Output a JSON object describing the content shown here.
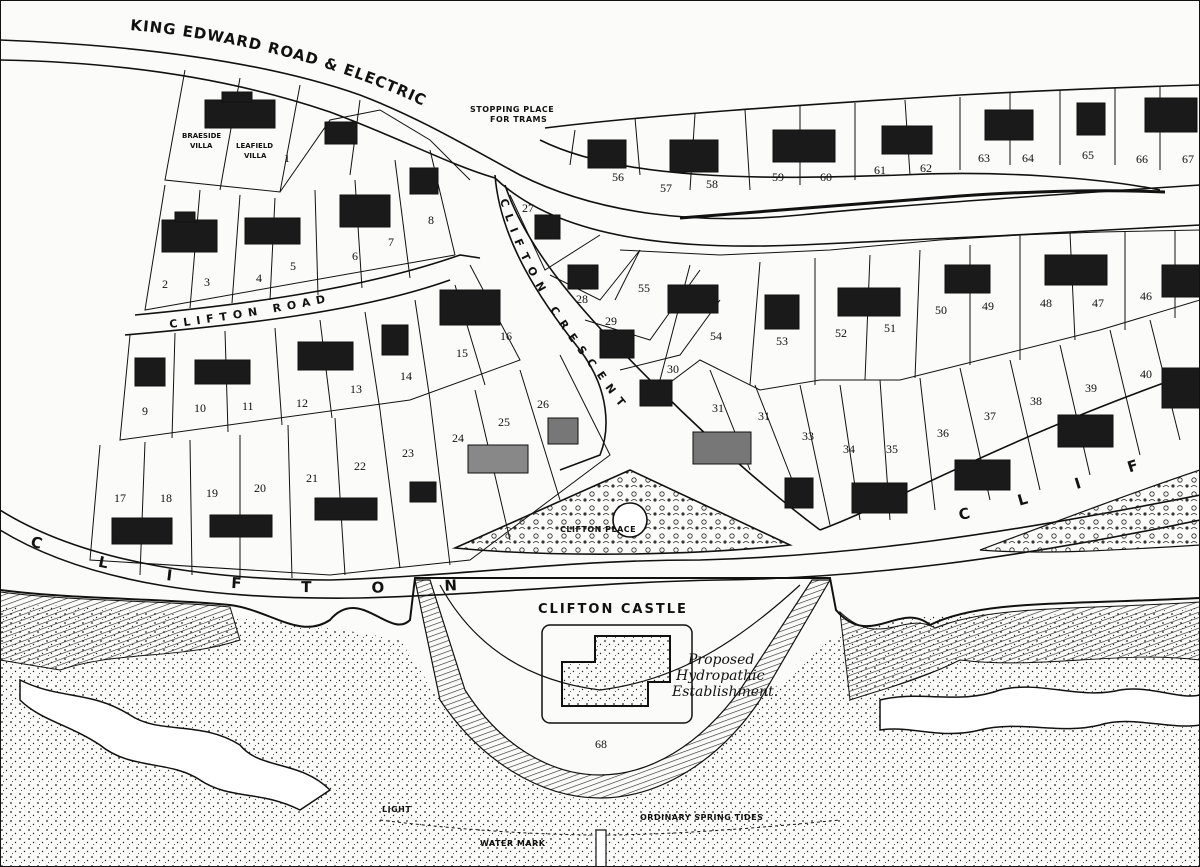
{
  "roads": {
    "king_edward_road": "KING EDWARD ROAD & ELECTRIC",
    "clifton_road": "CLIFTON ROAD",
    "clifton_crescent": "CLIFTON CRESCENT",
    "clifton_drive": "CLIFTON DRIVE",
    "clifton_lower": "CLIFTON"
  },
  "labels": {
    "stopping_place": [
      "STOPPING PLACE",
      "FOR TRAMS"
    ],
    "braeside_villa": [
      "BRAESIDE",
      "VILLA"
    ],
    "leafield_villa": [
      "LEAFIELD",
      "VILLA"
    ],
    "clifton_castle": "CLIFTON CASTLE",
    "hydropathic": [
      "Proposed",
      "Hydropathic",
      "Establishment."
    ],
    "clifton_place": "CLIFTON PLACE",
    "light": "LIGHT",
    "water_mark": "WATER MARK",
    "ordinary_spring_tides": "ORDINARY SPRING TIDES"
  },
  "plots": {
    "p1": "1",
    "p2": "2",
    "p3": "3",
    "p4": "4",
    "p5": "5",
    "p6": "6",
    "p7": "7",
    "p8": "8",
    "p9": "9",
    "p10": "10",
    "p11": "11",
    "p12": "12",
    "p13": "13",
    "p14": "14",
    "p15": "15",
    "p16": "16",
    "p17": "17",
    "p18": "18",
    "p19": "19",
    "p20": "20",
    "p21": "21",
    "p22": "22",
    "p23": "23",
    "p24": "24",
    "p25": "25",
    "p26": "26",
    "p27": "27",
    "p28": "28",
    "p29": "29",
    "p30": "30",
    "p31": "31",
    "p31b": "31",
    "p33": "33",
    "p34": "34",
    "p35": "35",
    "p36": "36",
    "p37": "37",
    "p38": "38",
    "p39": "39",
    "p40": "40",
    "p46": "46",
    "p47": "47",
    "p48": "48",
    "p49": "49",
    "p50": "50",
    "p51": "51",
    "p52": "52",
    "p53": "53",
    "p54": "54",
    "p55": "55",
    "p56": "56",
    "p57": "57",
    "p58": "58",
    "p59": "59",
    "p60": "60",
    "p61": "61",
    "p62": "62",
    "p63": "63",
    "p64": "64",
    "p65": "65",
    "p66": "66",
    "p67": "67",
    "p68": "68"
  },
  "colors": {
    "ink": "#111111",
    "paper": "#fbfbf9"
  }
}
